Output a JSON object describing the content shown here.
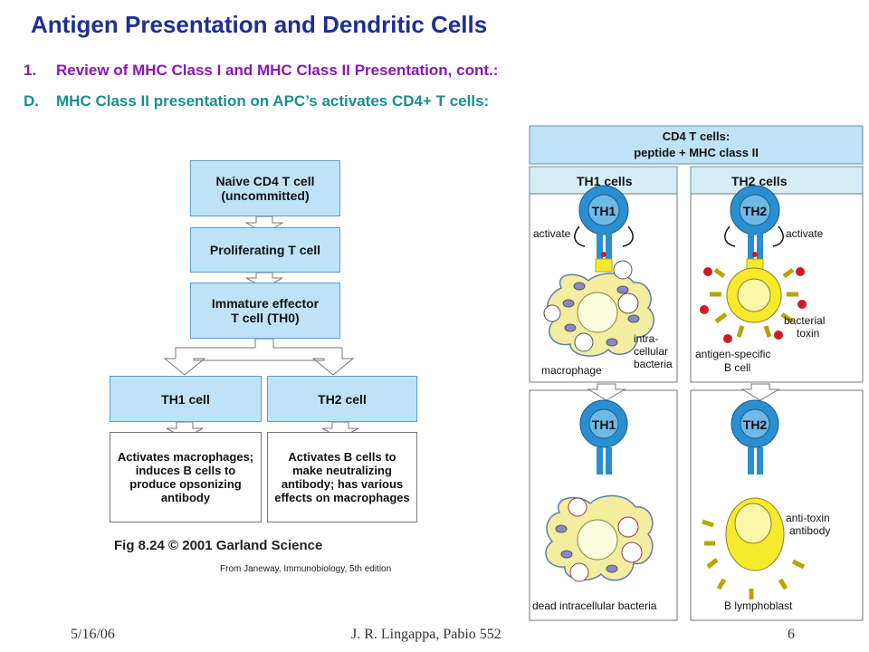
{
  "slide": {
    "title": "Antigen Presentation and Dendritic Cells",
    "points": [
      {
        "num": "1.",
        "text": "Review of MHC Class I and MHC Class II Presentation, cont.:"
      },
      {
        "num": "D.",
        "text": "MHC Class II presentation on APC’s activates CD4+ T cells:"
      }
    ]
  },
  "flowchart": {
    "naive": [
      "Naive CD4 T cell",
      "(uncommitted)"
    ],
    "proliferating": "Proliferating T cell",
    "immature": [
      "Immature effector",
      "T cell (TH0)"
    ],
    "th1_cell": "TH1 cell",
    "th2_cell": "TH2 cell",
    "th1_effect": [
      "Activates macrophages;",
      "induces B cells to",
      "produce opsonizing",
      "antibody"
    ],
    "th2_effect": [
      "Activates B cells to",
      "make neutralizing",
      "antibody; has various",
      "effects on macrophages"
    ],
    "caption": "Fig 8.24  © 2001 Garland Science",
    "source": "From Janeway, Immunobiology, 5th edition"
  },
  "panel": {
    "header_line1": "CD4  T cells:",
    "header_line2": "peptide + MHC  class  II",
    "th1_header": "TH1 cells",
    "th2_header": "TH2 cells",
    "th1_cell_label": "TH1",
    "th2_cell_label": "TH2",
    "activate": "activate",
    "intra": "intra-",
    "cellular": "cellular",
    "bacteria": "bacteria",
    "macrophage": "macrophage",
    "bacterial": "bacterial",
    "toxin": "toxin",
    "antigen_specific": "antigen-specific",
    "b_cell": "B cell",
    "dead_bacteria": "dead intracellular bacteria",
    "anti_toxin": "anti-toxin",
    "antibody": "antibody",
    "b_lymphoblast": "B lymphoblast"
  },
  "footer": {
    "date": "5/16/06",
    "author": "J. R. Lingappa, Pabio 552",
    "page": "6"
  },
  "colors": {
    "title": "#1f2f8f",
    "point1": "#8a17b5",
    "point2": "#1a8f93",
    "box_fill": "#bfe3f6",
    "cell_blue": "#2a8fd0",
    "macrophage": "#f3eda0",
    "b_cell": "#f6ea2c"
  }
}
